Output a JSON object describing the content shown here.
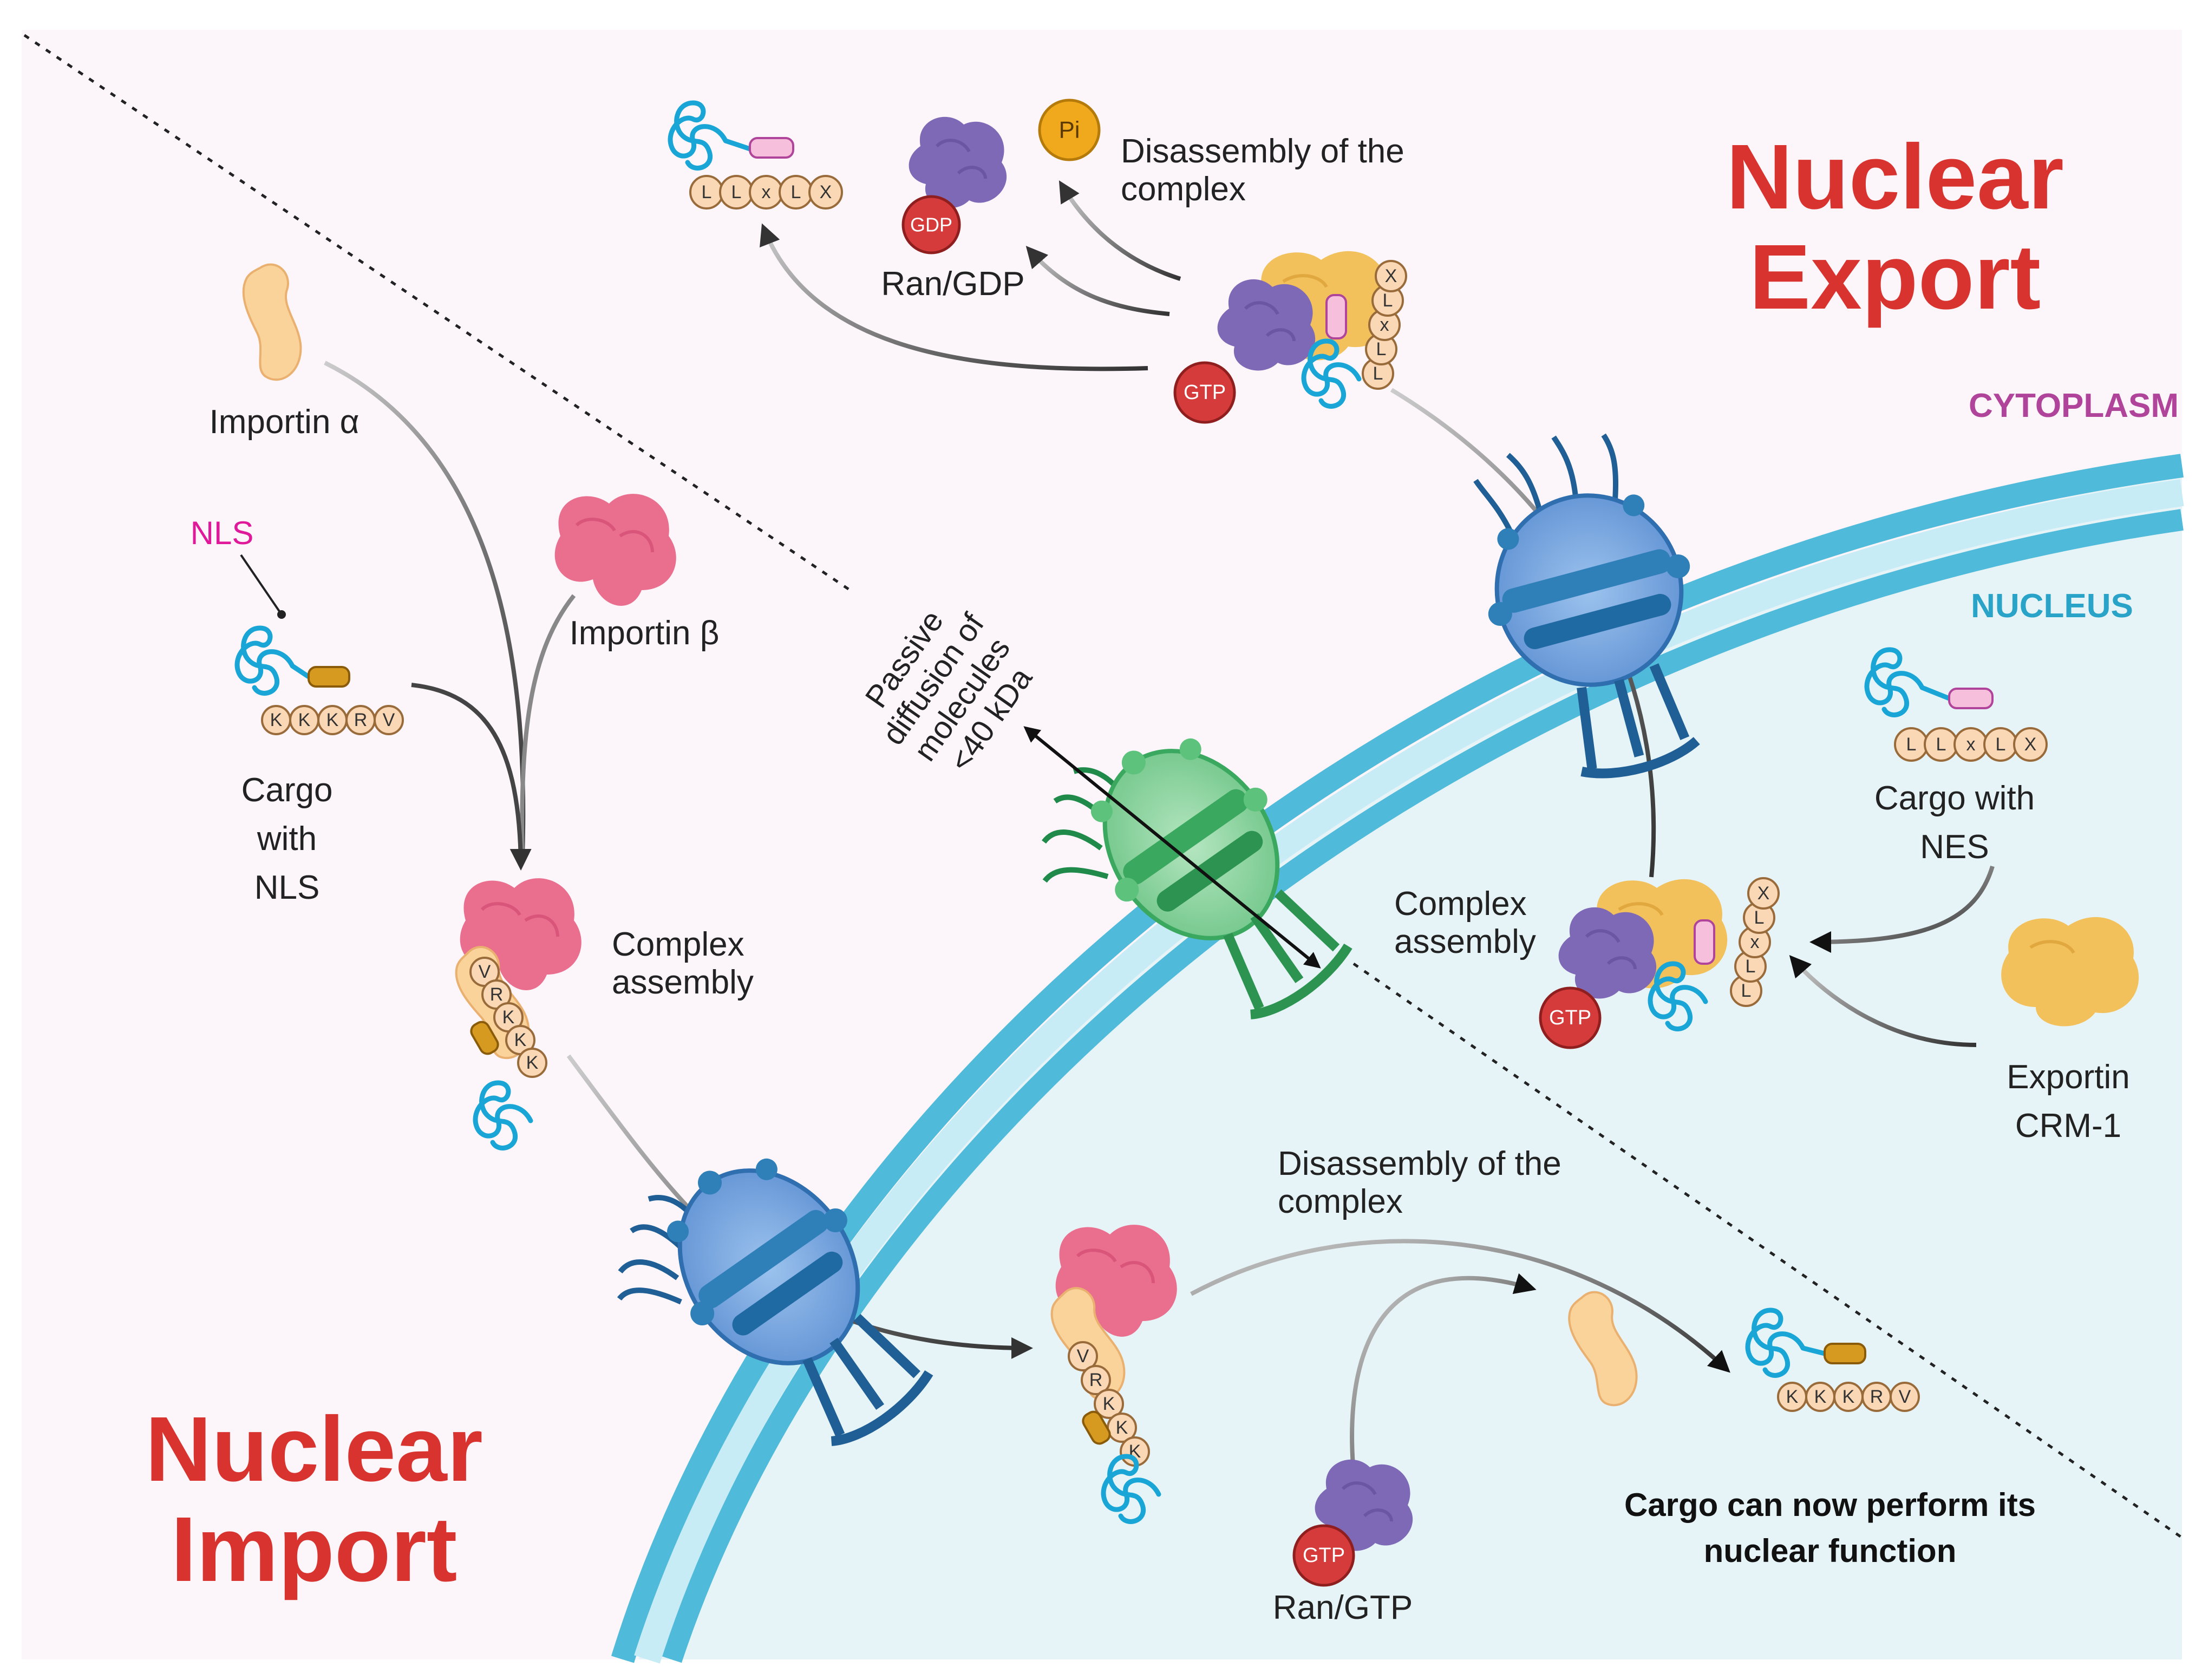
{
  "titles": {
    "export": [
      "Nuclear",
      "Export"
    ],
    "import": [
      "Nuclear",
      "Import"
    ]
  },
  "compartments": {
    "cytoplasm": "CYTOPLASM",
    "nucleus": "NUCLEUS"
  },
  "labels": {
    "importin_alpha": "Importin α",
    "importin_beta": "Importin β",
    "nls": "NLS",
    "cargo_nls": [
      "Cargo",
      "with",
      "NLS"
    ],
    "complex_assembly_import": [
      "Complex",
      "assembly"
    ],
    "passive_diffusion": [
      "Passive",
      "diffusion of",
      "molecules",
      "<40 kDa"
    ],
    "disassembly_export": [
      "Disassembly of the",
      "complex"
    ],
    "ran_gdp": "Ran/GDP",
    "cargo_nes": [
      "Cargo with",
      "NES"
    ],
    "complex_assembly_export": [
      "Complex",
      "assembly"
    ],
    "exportin": [
      "Exportin",
      "CRM-1"
    ],
    "disassembly_import": [
      "Disassembly of the",
      "complex"
    ],
    "ran_gtp": "Ran/GTP",
    "final": [
      "Cargo can now perform its",
      "nuclear function"
    ]
  },
  "badges": {
    "gtp": "GTP",
    "gdp": "GDP",
    "pi": "Pi"
  },
  "residues": {
    "nls": [
      "K",
      "K",
      "K",
      "R",
      "V"
    ],
    "nes": [
      "L",
      "L",
      "x",
      "L",
      "X"
    ]
  },
  "colors": {
    "title_red": "#d8332f",
    "cytoplasm_purple": "#b0449a",
    "nucleus_blue": "#2aa3c8",
    "nls_magenta": "#e0189a",
    "membrane": "#4fbad9",
    "nucleoplasm": "#e6f4f8",
    "cytoplasm_bg": "#fcf6fa",
    "importin_beta": "#ea6f8f",
    "importin_alpha": "#f9d39a",
    "ran": "#7e69b6",
    "exportin": "#f2c15c",
    "gtp_red": "#d63b3b",
    "pi_orange": "#f0a81c",
    "pore_blue": "#2f7fb8",
    "pore_green": "#4fb86e"
  }
}
